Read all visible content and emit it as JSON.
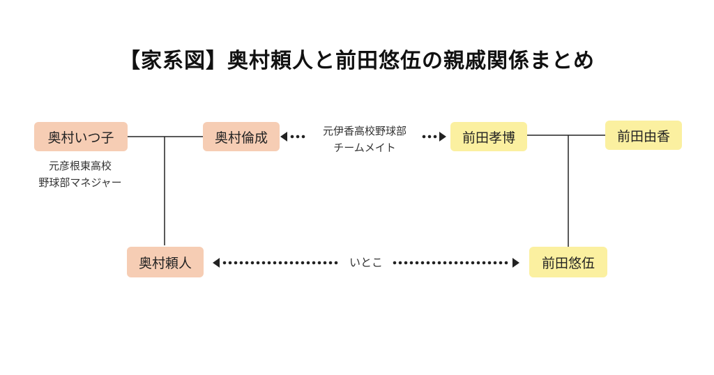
{
  "title": "【家系図】奥村頼人と前田悠伍の親戚関係まとめ",
  "colors": {
    "okumura_fill": "#f6cdb4",
    "maeda_fill": "#fbf0a0",
    "line": "#222222"
  },
  "nodes": {
    "okumura_itsuko": "奥村いつ子",
    "okumura_rinsei": "奥村倫成",
    "maeda_takahiro": "前田孝博",
    "maeda_yuka": "前田由香",
    "okumura_raito": "奥村頼人",
    "maeda_yugo": "前田悠伍"
  },
  "notes": {
    "itsuko_line1": "元彦根東高校",
    "itsuko_line2": "野球部マネジャー",
    "teammate_line1": "元伊香高校野球部",
    "teammate_line2": "チームメイト",
    "cousin": "いとこ"
  }
}
